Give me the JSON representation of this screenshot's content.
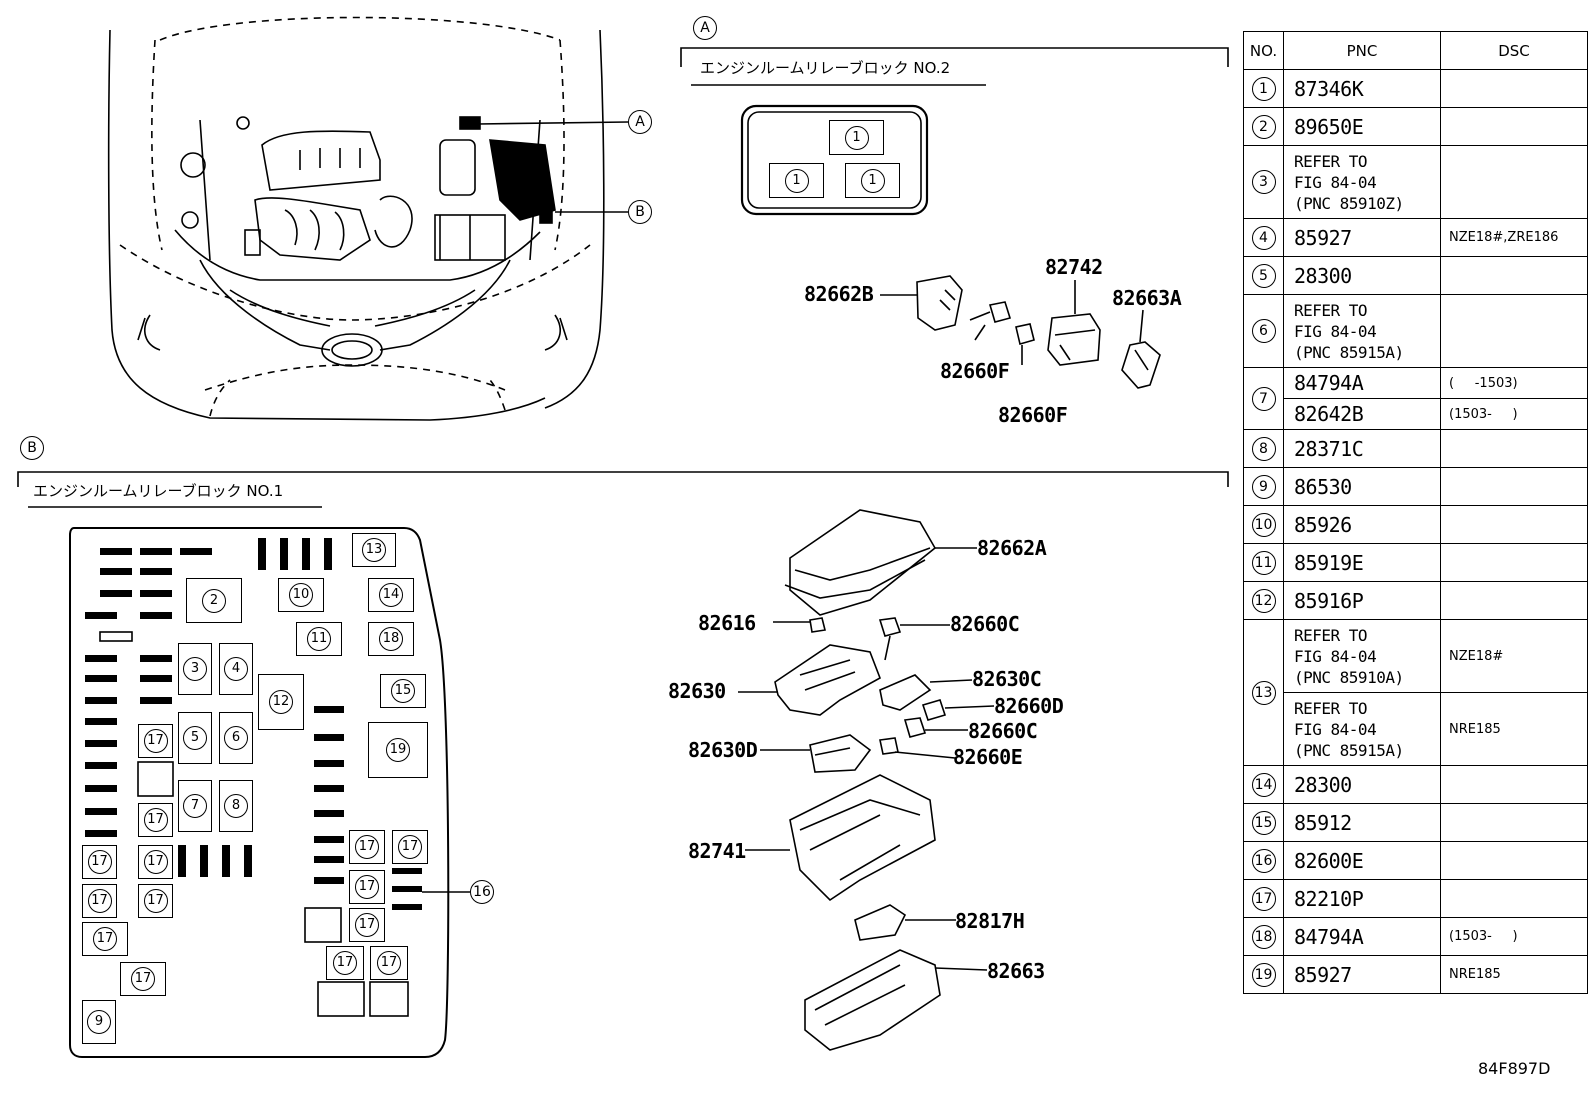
{
  "callout_a": "A",
  "callout_b": "B",
  "section_a": {
    "marker": "A",
    "title": "エンジンルームリレーブロック NO.2"
  },
  "section_b": {
    "marker": "B",
    "title": "エンジンルームリレーブロック NO.1"
  },
  "block_a_positions": [
    "1",
    "1",
    "1"
  ],
  "part_labels": {
    "p82662B": "82662B",
    "p82742": "82742",
    "p82663A": "82663A",
    "p82660F_1": "82660F",
    "p82660F_2": "82660F",
    "p82662A": "82662A",
    "p82616": "82616",
    "p82660C_1": "82660C",
    "p82630": "82630",
    "p82630C": "82630C",
    "p82660D": "82660D",
    "p82660C_2": "82660C",
    "p82630D": "82630D",
    "p82660E": "82660E",
    "p82741": "82741",
    "p82817H": "82817H",
    "p82663": "82663"
  },
  "block_b_positions": {
    "b13": "13",
    "b2": "2",
    "b10": "10",
    "b14": "14",
    "b11": "11",
    "b18": "18",
    "b3": "3",
    "b4": "4",
    "b12": "12",
    "b15": "15",
    "b17a": "17",
    "b5": "5",
    "b6": "6",
    "b19": "19",
    "b7": "7",
    "b8": "8",
    "b17b": "17",
    "b17c": "17",
    "b17d": "17",
    "b17e": "17",
    "b17f": "17",
    "b17g": "17",
    "b17h": "17",
    "b17i": "17",
    "b17j": "17",
    "b17k": "17",
    "b17l": "17",
    "b17m": "17",
    "b17n": "17",
    "b9": "9",
    "b16": "16"
  },
  "parts_table": {
    "headers": {
      "no": "NO.",
      "pnc": "PNC",
      "dsc": "DSC"
    },
    "rows": [
      {
        "no": "1",
        "pnc": "87346K",
        "dsc": ""
      },
      {
        "no": "2",
        "pnc": "89650E",
        "dsc": ""
      },
      {
        "no": "3",
        "pnc": "REFER TO\nFIG 84-04\n(PNC 85910Z)",
        "dsc": ""
      },
      {
        "no": "4",
        "pnc": "85927",
        "dsc": "NZE18#,ZRE186"
      },
      {
        "no": "5",
        "pnc": "28300",
        "dsc": ""
      },
      {
        "no": "6",
        "pnc": "REFER TO\nFIG 84-04\n(PNC 85915A)",
        "dsc": ""
      },
      {
        "no": "7",
        "pnc": "84794A",
        "dsc": "(     -1503)"
      },
      {
        "no": "7",
        "pnc": "82642B",
        "dsc": "(1503-     )"
      },
      {
        "no": "8",
        "pnc": "28371C",
        "dsc": ""
      },
      {
        "no": "9",
        "pnc": "86530",
        "dsc": ""
      },
      {
        "no": "10",
        "pnc": "85926",
        "dsc": ""
      },
      {
        "no": "11",
        "pnc": "85919E",
        "dsc": ""
      },
      {
        "no": "12",
        "pnc": "85916P",
        "dsc": ""
      },
      {
        "no": "13",
        "pnc": "REFER TO\nFIG 84-04\n(PNC 85910A)",
        "dsc": "NZE18#"
      },
      {
        "no": "13",
        "pnc": "REFER TO\nFIG 84-04\n(PNC 85915A)",
        "dsc": "NRE185"
      },
      {
        "no": "14",
        "pnc": "28300",
        "dsc": ""
      },
      {
        "no": "15",
        "pnc": "85912",
        "dsc": ""
      },
      {
        "no": "16",
        "pnc": "82600E",
        "dsc": ""
      },
      {
        "no": "17",
        "pnc": "82210P",
        "dsc": ""
      },
      {
        "no": "18",
        "pnc": "84794A",
        "dsc": "(1503-     )"
      },
      {
        "no": "19",
        "pnc": "85927",
        "dsc": "NRE185"
      }
    ]
  },
  "figure_code": "84F897D"
}
